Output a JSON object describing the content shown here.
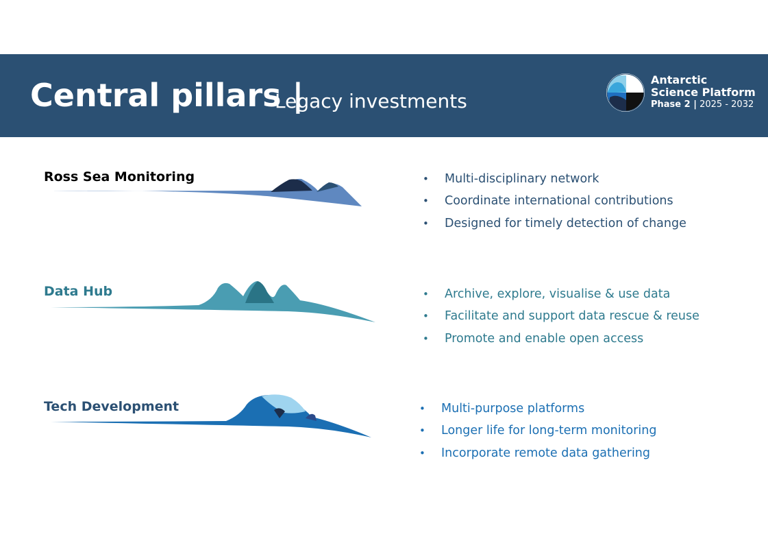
{
  "header": {
    "title": "Central pillars |",
    "subtitle": "Legacy investments",
    "logo": {
      "line1": "Antarctic",
      "line2": "Science Platform",
      "phase": "Phase 2 |",
      "years": "2025 - 2032"
    }
  },
  "pillars": [
    {
      "label": "Ross Sea Monitoring",
      "color": "#2b5073",
      "bullet_color": "#2b5073",
      "bullets": [
        "Multi-disciplinary network",
        "Coordinate international contributions",
        "Designed for timely detection of change"
      ]
    },
    {
      "label": "Data Hub",
      "color": "#2e7a8e",
      "bullet_color": "#2e7a8e",
      "bullets": [
        "Archive, explore, visualise & use data",
        "Facilitate and support data rescue & reuse",
        "Promote and enable open access"
      ]
    },
    {
      "label": "Tech Development",
      "color": "#2b5073",
      "bullet_color": "#1b6fb3",
      "bullets": [
        "Multi-purpose platforms",
        "Longer life for long-term monitoring",
        "Incorporate remote data gathering"
      ]
    }
  ],
  "bullet_symbol": "•"
}
